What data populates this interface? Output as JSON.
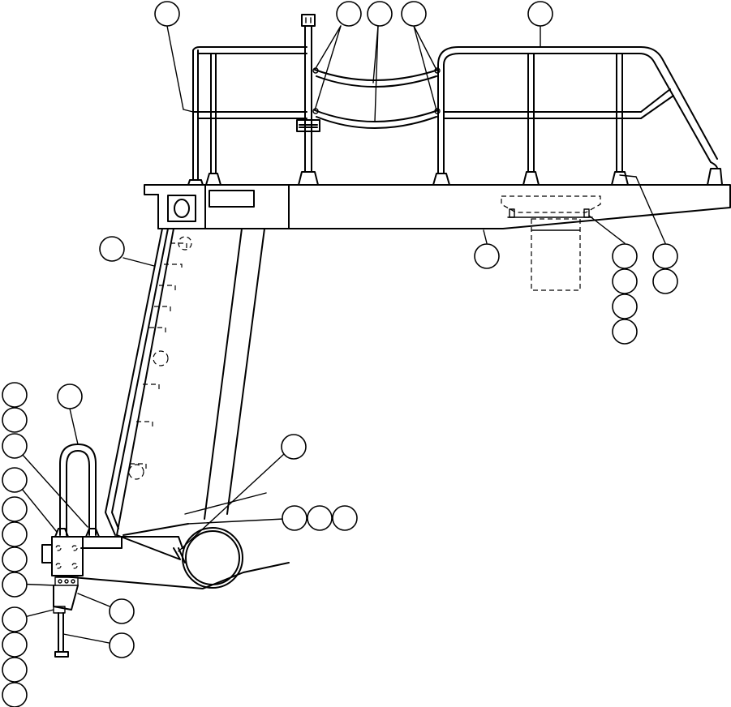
{
  "diagram": {
    "type": "exploded-parts-view",
    "line_color": "#000000",
    "background": "#ffffff",
    "callout_bubble_count": 34,
    "bubble_labels_printed": false
  },
  "components": [
    "left-handrail",
    "right-handrail",
    "vertical-post",
    "chain-guards",
    "platform-deck",
    "access-ladder",
    "ladder-pivot-bracket",
    "ladder-roller",
    "grab-handle",
    "lock-pin-assembly",
    "mount-plate-dashed"
  ]
}
